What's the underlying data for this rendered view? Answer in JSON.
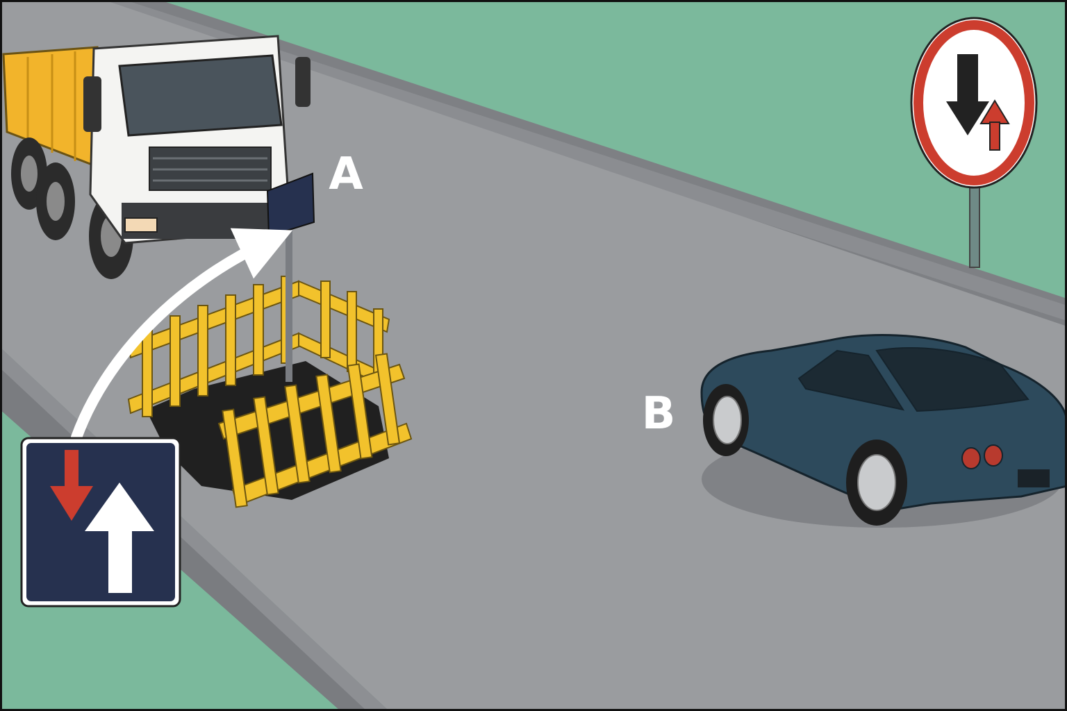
{
  "labels": {
    "vehicle_a": "A",
    "vehicle_b": "B"
  },
  "colors": {
    "grass": "#7bb99c",
    "road": "#9a9c9f",
    "curb": "#7e8084",
    "truck_bed": "#f2b42b",
    "truck_cab": "#f4f4f2",
    "barrier": "#f2c22c",
    "car_body": "#2d4a5c",
    "sign_blue": "#26314f",
    "sign_red": "#cc3d2e",
    "white": "#ffffff"
  },
  "signs": {
    "priority_over_oncoming": "priority-over-oncoming-traffic-sign",
    "give_way_to_oncoming": "give-way-to-oncoming-traffic-sign"
  }
}
